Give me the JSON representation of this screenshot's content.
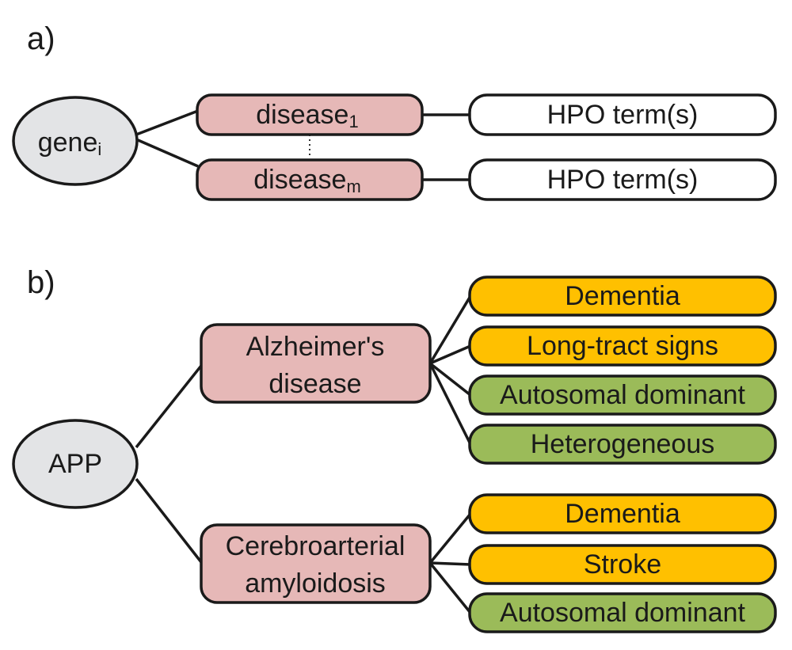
{
  "colors": {
    "gene_fill": "#e3e4e6",
    "disease_fill": "#e6b8b7",
    "term_blank_fill": "#ffffff",
    "symptom_fill": "#ffc000",
    "inheritance_fill": "#9bbb59",
    "stroke": "#1a1a1a"
  },
  "panel_a": {
    "label": "a)",
    "gene": {
      "text": "gene",
      "subscript": "i"
    },
    "diseases": [
      {
        "text": "disease",
        "subscript": "1",
        "term": "HPO term(s)"
      },
      {
        "text": "disease",
        "subscript": "m",
        "term": "HPO term(s)"
      }
    ]
  },
  "panel_b": {
    "label": "b)",
    "gene": "APP",
    "diseases": [
      {
        "lines": [
          "Alzheimer's",
          "disease"
        ],
        "terms": [
          {
            "text": "Dementia",
            "kind": "symptom"
          },
          {
            "text": "Long-tract signs",
            "kind": "symptom"
          },
          {
            "text": "Autosomal dominant",
            "kind": "inheritance"
          },
          {
            "text": "Heterogeneous",
            "kind": "inheritance"
          }
        ]
      },
      {
        "lines": [
          "Cerebroarterial",
          "amyloidosis"
        ],
        "terms": [
          {
            "text": "Dementia",
            "kind": "symptom"
          },
          {
            "text": "Stroke",
            "kind": "symptom"
          },
          {
            "text": "Autosomal dominant",
            "kind": "inheritance"
          }
        ]
      }
    ]
  }
}
